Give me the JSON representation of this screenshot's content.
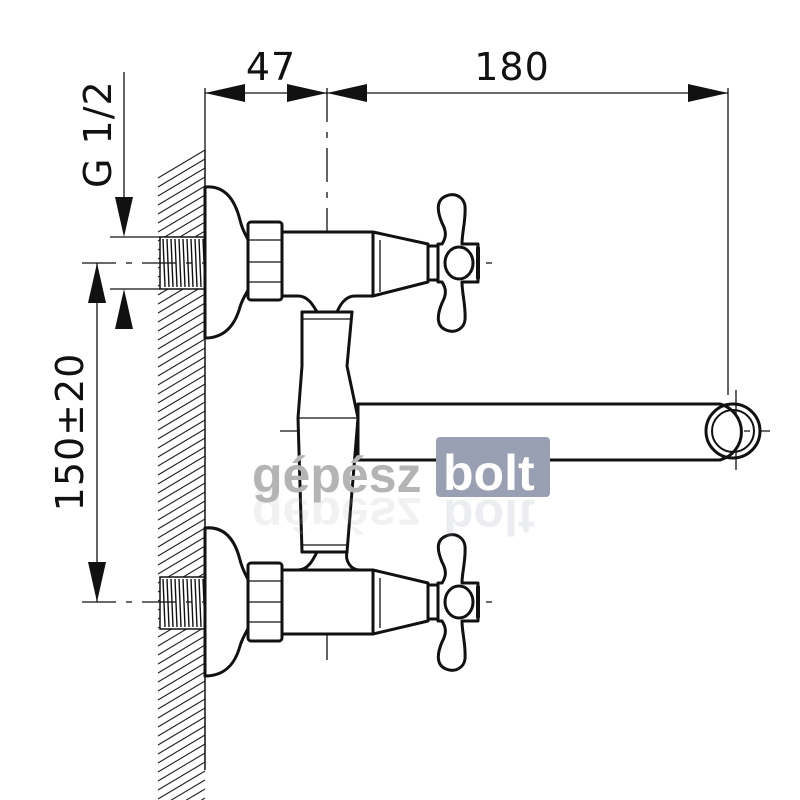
{
  "dimensions": {
    "wall_offset": "47",
    "spout_reach": "180",
    "thread_size": "G 1/2",
    "inlet_spacing": "150±20"
  },
  "watermark": {
    "part1": "gépész",
    "part2": "bolt",
    "color_part1": "#b4b4b4",
    "color_box": "#9aa0b4",
    "color_part2": "#ffffff"
  }
}
